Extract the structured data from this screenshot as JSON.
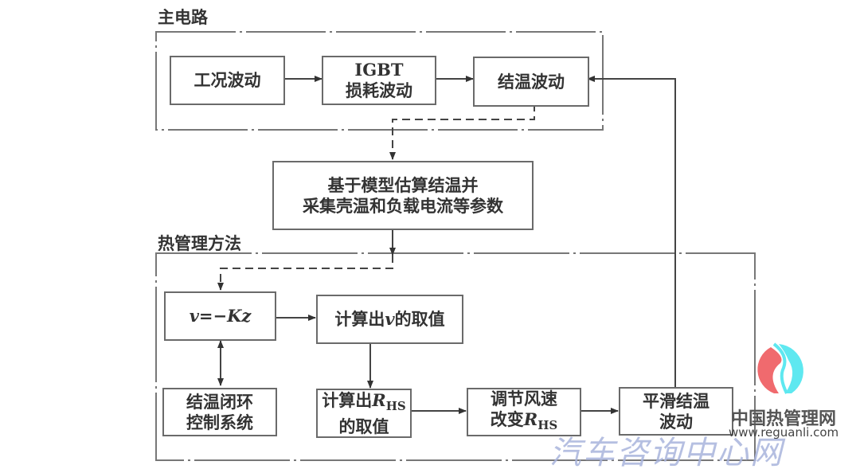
{
  "groups": {
    "main_circuit": "主电路",
    "thermal_method": "热管理方法"
  },
  "nodes": {
    "condition": "工况波动",
    "igbt_loss": [
      "IGBT",
      "损耗波动"
    ],
    "junction_temp": "结温波动",
    "estimate": [
      "基于模型估算结温并",
      "采集壳温和负载电流等参数"
    ],
    "control_law": {
      "v": "v",
      "eq": "=−",
      "K": "K",
      "z": "z"
    },
    "calc_v": {
      "prefix": "计算出",
      "var": "v",
      "suffix": "的取值"
    },
    "closed_loop": [
      "结温闭环",
      "控制系统"
    ],
    "calc_rhs": {
      "prefix": "计算出",
      "var": "R",
      "sub": "HS",
      "line2": "的取值"
    },
    "adjust_fan": {
      "line1": "调节风速",
      "prefix": "改变",
      "var": "R",
      "sub": "HS"
    },
    "smooth": [
      "平滑结温",
      "波动"
    ]
  },
  "watermark": "汽车咨询中心网",
  "logo": {
    "name": "中国热管理网",
    "url": "www.reguanli.com",
    "colors": {
      "red": "#f06a6e",
      "cyan": "#5ee8f0"
    }
  }
}
